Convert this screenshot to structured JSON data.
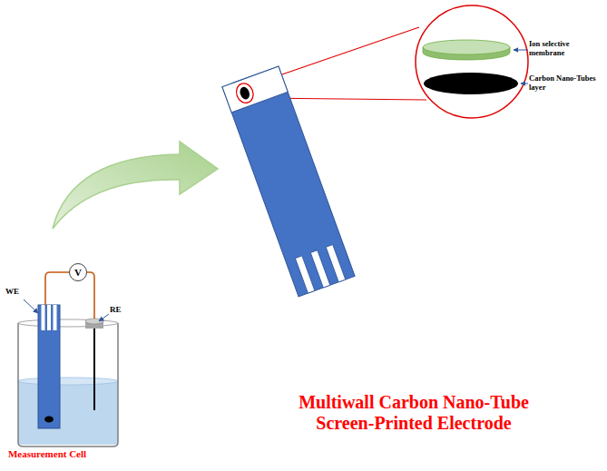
{
  "diagram": {
    "title": "Multiwall Carbon Nano-Tube Screen-Printed Electrode",
    "nodes": [
      {
        "text": [
          "V"
        ]
      }
    ],
    "labels": [
      "Ion selective membrane",
      "Carbon Nano-Tubes layer",
      "WE",
      "RE",
      "Measurement Cell"
    ]
  }
}
